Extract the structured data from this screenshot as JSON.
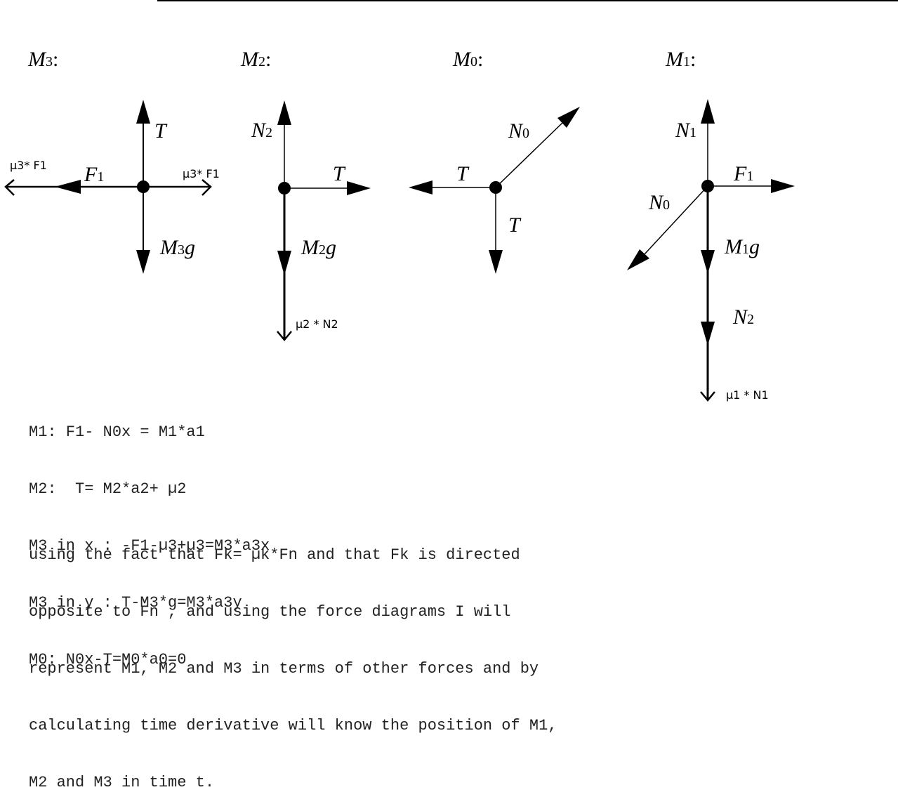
{
  "bodies": [
    {
      "id": "M3",
      "name": "M",
      "sub": "3",
      "colon": ":"
    },
    {
      "id": "M2",
      "name": "M",
      "sub": "2",
      "colon": ":"
    },
    {
      "id": "M0",
      "name": "M",
      "sub": "0",
      "colon": ":"
    },
    {
      "id": "M1",
      "name": "M",
      "sub": "1",
      "colon": ":"
    }
  ],
  "force_labels": {
    "T": "T",
    "F1": {
      "main": "F",
      "sub": "1"
    },
    "M3g": {
      "main": "M",
      "sub": "3",
      "tail": "g"
    },
    "N2": {
      "main": "N",
      "sub": "2"
    },
    "M2g": {
      "main": "M",
      "sub": "2",
      "tail": "g"
    },
    "N0": {
      "main": "N",
      "sub": "0"
    },
    "N1": {
      "main": "N",
      "sub": "1"
    },
    "M1g": {
      "main": "M",
      "sub": "1",
      "tail": "g"
    }
  },
  "friction_labels": {
    "m3_left": "µ3* F1",
    "m3_right": "µ3* F1",
    "m2_down": "µ2 * N2",
    "m1_down": "µ1 * N1"
  },
  "equations": [
    "M1: F1- N0x = M1*a1",
    "M2:  T= M2*a2+ µ2",
    "M3 in x : -F1-µ3+µ3=M3*a3x",
    "M3 in y : T-M3*g=M3*a3y",
    "M0: N0x-T=M0*a0=0"
  ],
  "explanation_lines": [
    "using the fact that Fk= µk*Fn and that Fk is directed",
    "opposite to Fn , and using the force diagrams I will",
    "represent M1, M2 and M3 in terms of other forces and by",
    "calculating time derivative will know the position of M1,",
    "M2 and M3 in time t."
  ]
}
